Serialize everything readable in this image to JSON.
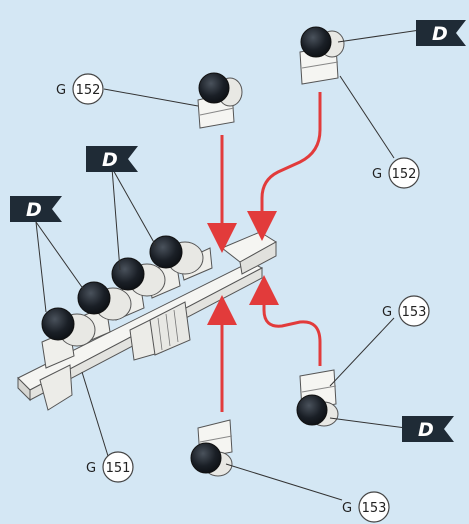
{
  "flags": {
    "d1": "D",
    "d2": "D",
    "d3": "D",
    "d4": "D"
  },
  "callouts": {
    "g152_left": {
      "prefix": "G",
      "number": "152"
    },
    "g152_right": {
      "prefix": "G",
      "number": "152"
    },
    "g153_right": {
      "prefix": "G",
      "number": "153"
    },
    "g153_bottom": {
      "prefix": "G",
      "number": "153"
    },
    "g151": {
      "prefix": "G",
      "number": "151"
    }
  },
  "colors": {
    "background": "#d4e7f4",
    "arrow": "#e23b3b",
    "flag": "#1f2b36",
    "part": "#f5f5f2",
    "lens": "#151a20"
  },
  "icons": [
    "flag-icon",
    "red-arrow-icon",
    "lamp-icon"
  ]
}
